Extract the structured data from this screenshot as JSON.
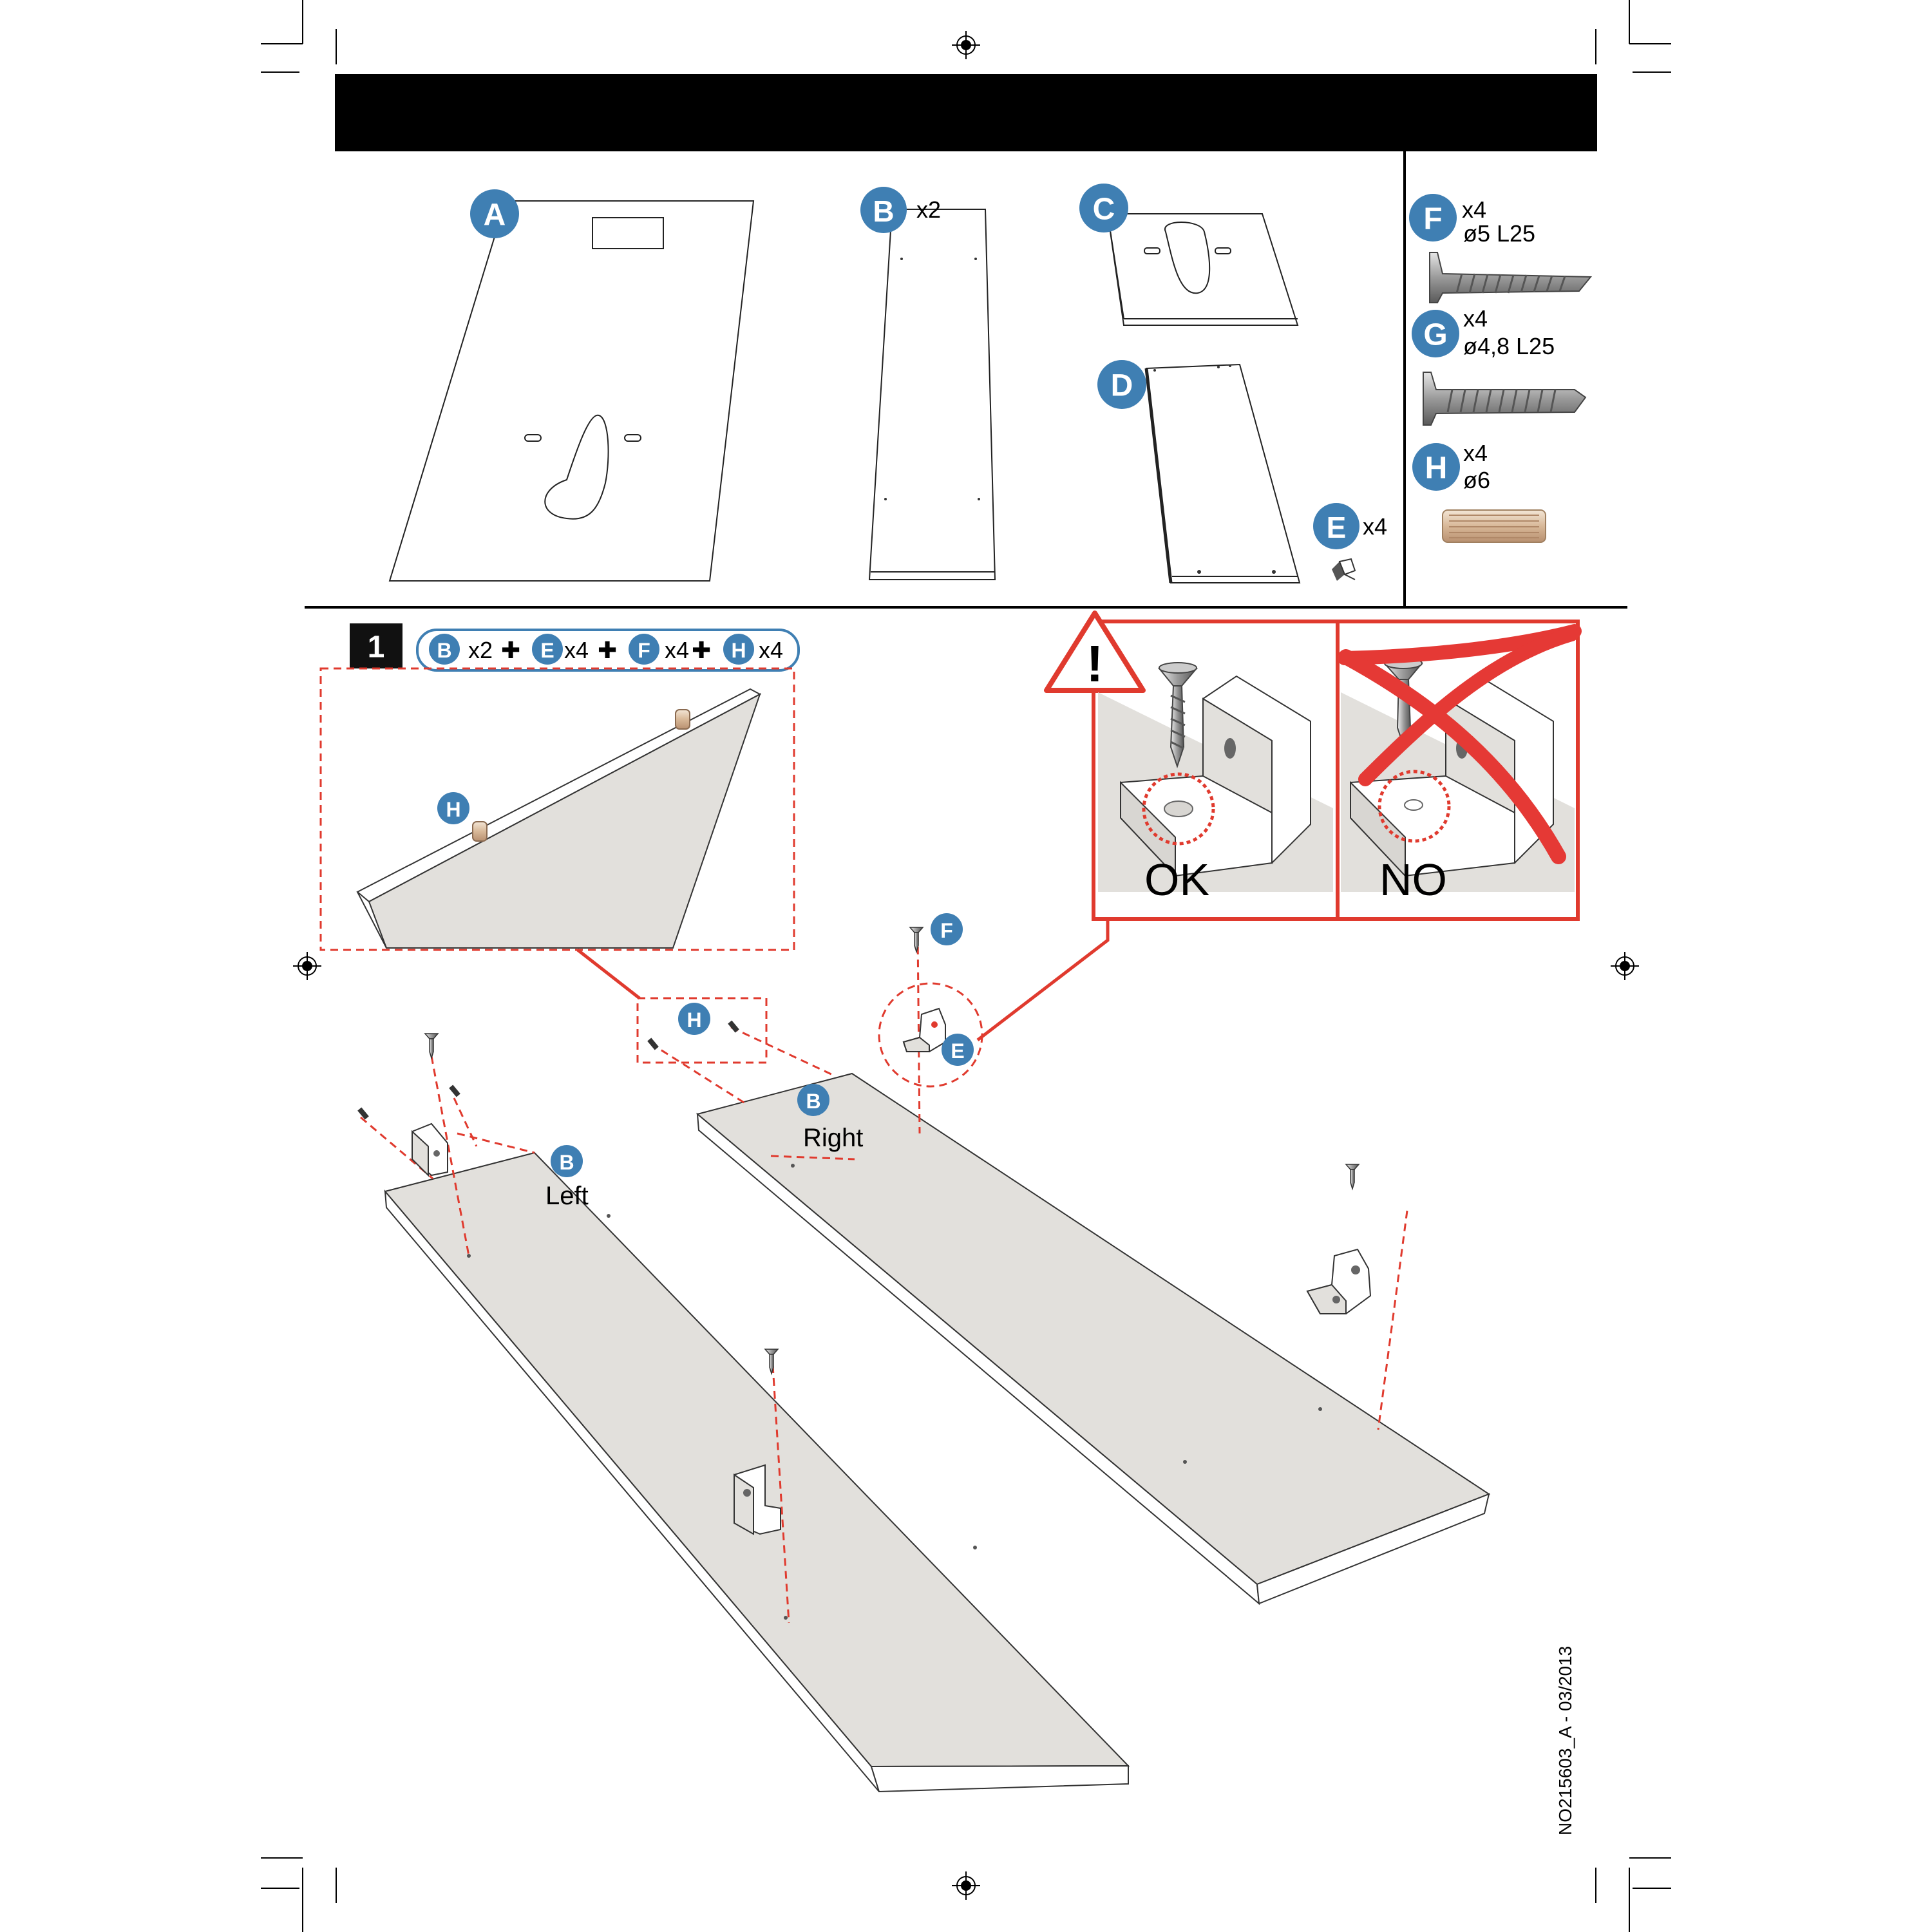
{
  "colors": {
    "badge": "#3f7fb3",
    "accent_red": "#e03a2e",
    "board": "#e2e0dc",
    "header_bar": "#000000"
  },
  "parts": {
    "A": {
      "letter": "A"
    },
    "B": {
      "letter": "B",
      "qty": "x2"
    },
    "C": {
      "letter": "C"
    },
    "D": {
      "letter": "D"
    },
    "E": {
      "letter": "E",
      "qty": "x4"
    }
  },
  "hardware": {
    "F": {
      "letter": "F",
      "qty": "x4",
      "spec": "ø5 L25",
      "icon": "wood-screw-icon"
    },
    "G": {
      "letter": "G",
      "qty": "x4",
      "spec": "ø4,8 L25",
      "icon": "self-drilling-screw-icon"
    },
    "H": {
      "letter": "H",
      "qty": "x4",
      "spec": "ø6",
      "icon": "wooden-dowel-icon"
    }
  },
  "step": {
    "number": "1",
    "formula": [
      {
        "letter": "B",
        "qty": "x2"
      },
      {
        "letter": "E",
        "qty": "x4"
      },
      {
        "letter": "F",
        "qty": "x4"
      },
      {
        "letter": "H",
        "qty": "x4"
      }
    ],
    "plus_symbol": "✚"
  },
  "callouts": {
    "ok_label": "OK",
    "no_label": "NO",
    "warning_symbol": "!",
    "left_label": "Left",
    "right_label": "Right",
    "B": "B",
    "H": "H",
    "F": "F",
    "E": "E"
  },
  "document_code": "NO215603_A - 03/2013"
}
